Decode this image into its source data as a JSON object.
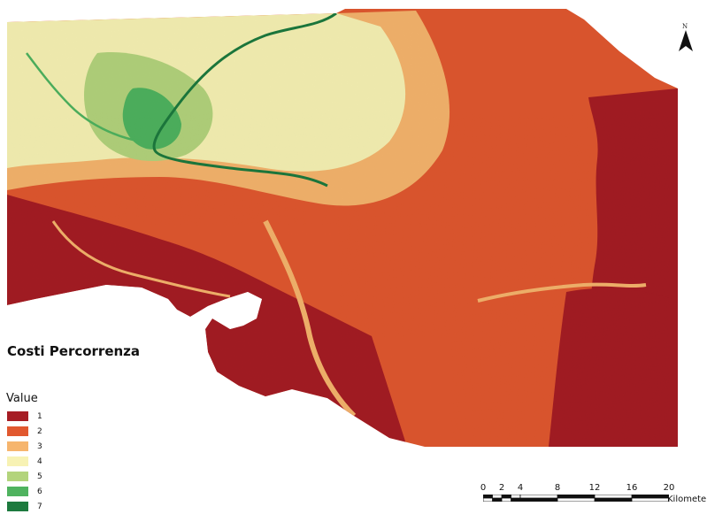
{
  "map": {
    "title": "Costi Percorrenza",
    "palette": {
      "1": "#a61d24",
      "2": "#e1582f",
      "3": "#f6b56d",
      "4": "#f7f2b4",
      "5": "#b3d47c",
      "6": "#4fb35f",
      "7": "#1d7a3e"
    },
    "water_color": "#ffffff",
    "land_outline_color": "#ffffff"
  },
  "legend": {
    "heading": "Value",
    "items": [
      {
        "label": "1",
        "color": "#a61d24"
      },
      {
        "label": "2",
        "color": "#e1582f"
      },
      {
        "label": "3",
        "color": "#f6b56d"
      },
      {
        "label": "4",
        "color": "#f7f2b4"
      },
      {
        "label": "5",
        "color": "#b3d47c"
      },
      {
        "label": "6",
        "color": "#4fb35f"
      },
      {
        "label": "7",
        "color": "#1d7a3e"
      }
    ]
  },
  "north_arrow": {
    "label": "N",
    "icon": "north-arrow-icon"
  },
  "scale_bar": {
    "ticks": [
      "0",
      "2",
      "4",
      "8",
      "12",
      "16",
      "20"
    ],
    "unit": "Kilometer"
  }
}
